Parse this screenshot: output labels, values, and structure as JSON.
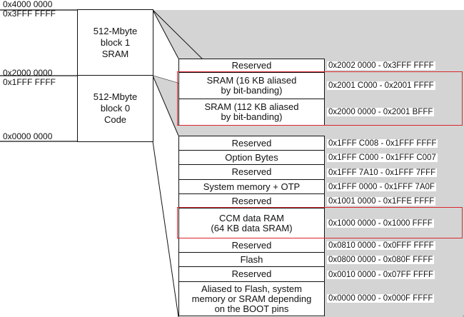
{
  "colors": {
    "wedge_fill": "#d4d4d4",
    "highlight_border": "#d9272e",
    "line": "#111111"
  },
  "left_addresses": [
    "0x4000 0000",
    "0x3FFF FFFF",
    "0x2000 0000",
    "0x1FFF FFFF",
    "0x0000 0000"
  ],
  "blocks": [
    {
      "label": "512-Mbyte\nblock 1\nSRAM"
    },
    {
      "label": "512-Mbyte\nblock 0\nCode"
    }
  ],
  "sram_regions": [
    {
      "label": "Reserved",
      "range": "0x2002 0000 - 0x3FFF FFFF"
    },
    {
      "label": "SRAM (16 KB aliased\nby bit-banding)",
      "range": "0x2001 C000 - 0x2001 FFFF"
    },
    {
      "label": "SRAM (112 KB aliased\nby bit-banding)",
      "range": "0x2000 0000 - 0x2001 BFFF"
    }
  ],
  "code_regions": [
    {
      "label": "Reserved",
      "range": "0x1FFF C008 - 0x1FFF FFFF"
    },
    {
      "label": "Option Bytes",
      "range": "0x1FFF C000 - 0x1FFF C007"
    },
    {
      "label": "Reserved",
      "range": "0x1FFF 7A10 - 0x1FFF 7FFF"
    },
    {
      "label": "System memory + OTP",
      "range": "0x1FFF 0000 - 0x1FFF 7A0F"
    },
    {
      "label": "Reserved",
      "range": "0x1001 0000 - 0x1FFE FFFF"
    },
    {
      "label": "CCM data RAM\n(64 KB data SRAM)",
      "range": "0x1000 0000 - 0x1000 FFFF"
    },
    {
      "label": "Reserved",
      "range": "0x0810 0000 - 0x0FFF FFFF"
    },
    {
      "label": "Flash",
      "range": "0x0800 0000 - 0x080F FFFF"
    },
    {
      "label": "Reserved",
      "range": "0x0010 0000 - 0x07FF FFFF"
    },
    {
      "label": "Aliased to Flash, system\nmemory or SRAM depending\non the BOOT pins",
      "range": "0x0000 0000 - 0x000F FFFF"
    }
  ]
}
